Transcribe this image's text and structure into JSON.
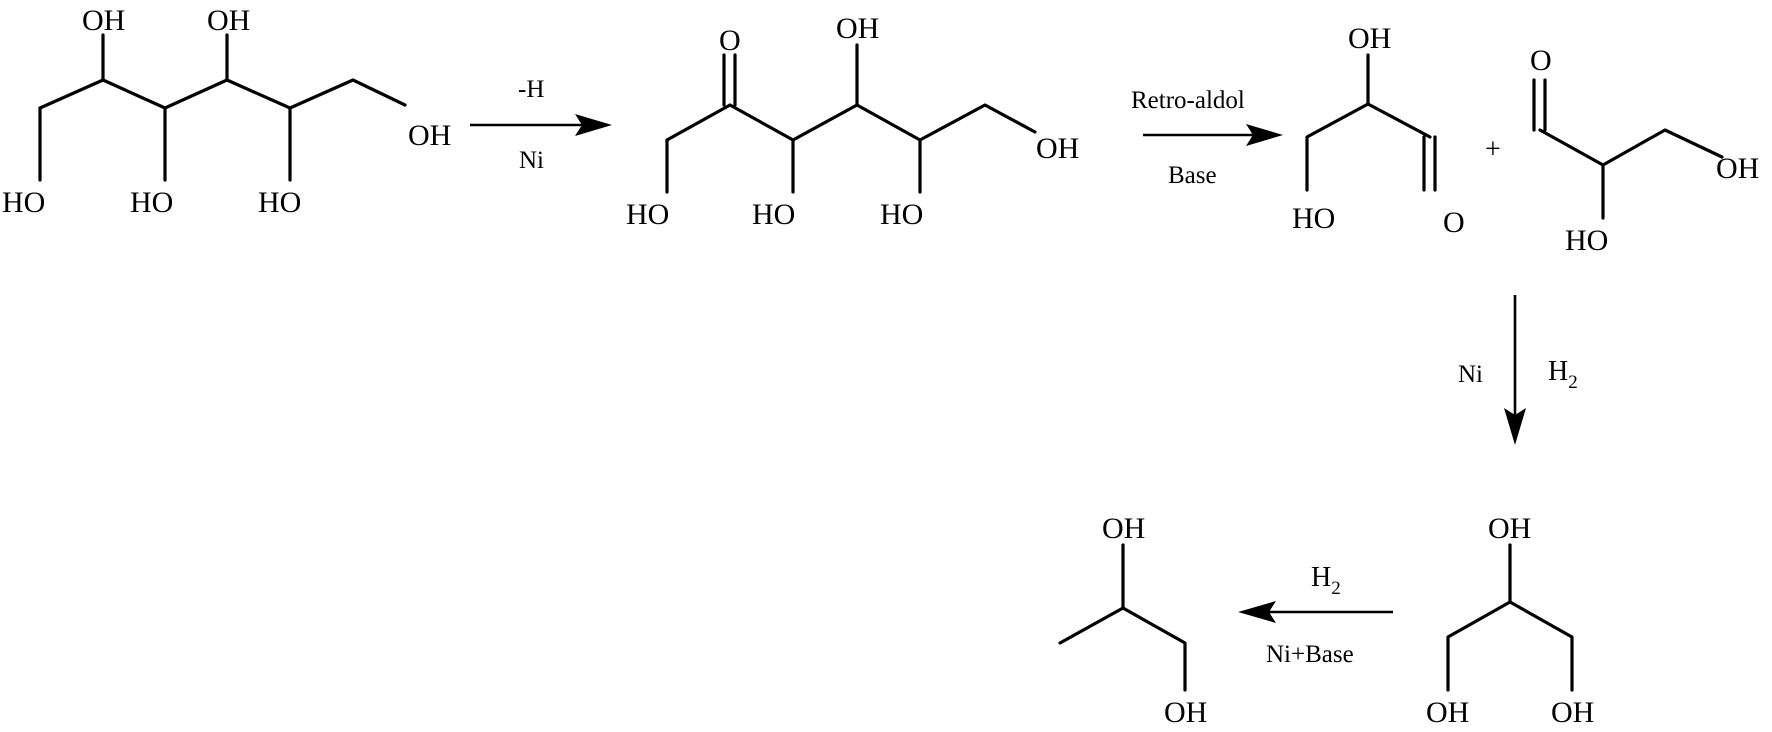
{
  "labels": {
    "hydroxyl": "OH",
    "hydroxyl_left": "HO",
    "carbonyl_oxygen": "O",
    "plus": "+"
  },
  "conditions": {
    "step1_top": "-H",
    "step1_bottom": "Ni",
    "step2_top": "Retro-aldol",
    "step2_bottom": "Base",
    "step3_left": "Ni",
    "step3_right_main": "H",
    "step3_right_sub": "2",
    "step4_top_main": "H",
    "step4_top_sub": "2",
    "step4_bottom": "Ni+Base"
  }
}
